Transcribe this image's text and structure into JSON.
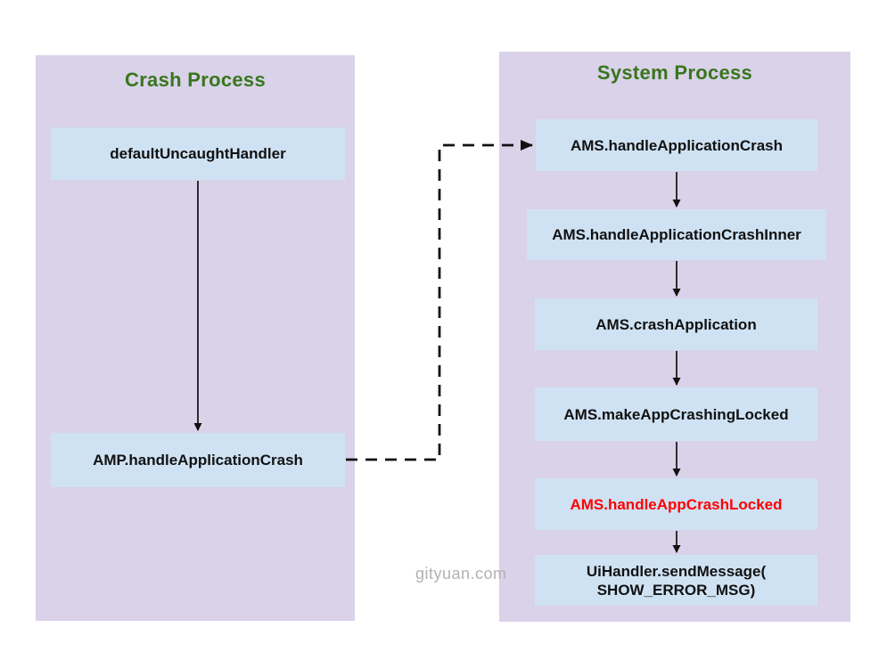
{
  "diagram": {
    "watermark": "gityuan.com",
    "colors": {
      "background": "#ffffff",
      "panel_bg": "#d9d2e9",
      "box_bg": "#cfe2f3",
      "title_green": "#38761d",
      "highlight_red": "#ff0000",
      "arrow_black": "#111111",
      "watermark_gray": "#b2b2b2"
    },
    "panels": {
      "crash": {
        "title": "Crash Process",
        "boxes": [
          {
            "label": "defaultUncaughtHandler"
          },
          {
            "label": "AMP.handleApplicationCrash"
          }
        ]
      },
      "system": {
        "title": "System Process",
        "boxes": [
          {
            "label": "AMS.handleApplicationCrash"
          },
          {
            "label": "AMS.handleApplicationCrashInner"
          },
          {
            "label": "AMS.crashApplication"
          },
          {
            "label": "AMS.makeAppCrashingLocked"
          },
          {
            "label": "AMS.handleAppCrashLocked",
            "emphasis": "red"
          },
          {
            "label": "UiHandler.sendMessage(",
            "label2": "SHOW_ERROR_MSG)"
          }
        ]
      }
    },
    "edges": [
      {
        "from": "defaultUncaughtHandler",
        "to": "AMP.handleApplicationCrash",
        "style": "solid"
      },
      {
        "from": "AMP.handleApplicationCrash",
        "to": "AMS.handleApplicationCrash",
        "style": "dashed"
      },
      {
        "from": "AMS.handleApplicationCrash",
        "to": "AMS.handleApplicationCrashInner",
        "style": "solid"
      },
      {
        "from": "AMS.handleApplicationCrashInner",
        "to": "AMS.crashApplication",
        "style": "solid"
      },
      {
        "from": "AMS.crashApplication",
        "to": "AMS.makeAppCrashingLocked",
        "style": "solid"
      },
      {
        "from": "AMS.makeAppCrashingLocked",
        "to": "AMS.handleAppCrashLocked",
        "style": "solid"
      },
      {
        "from": "AMS.handleAppCrashLocked",
        "to": "UiHandler.sendMessage(SHOW_ERROR_MSG)",
        "style": "solid"
      }
    ]
  }
}
